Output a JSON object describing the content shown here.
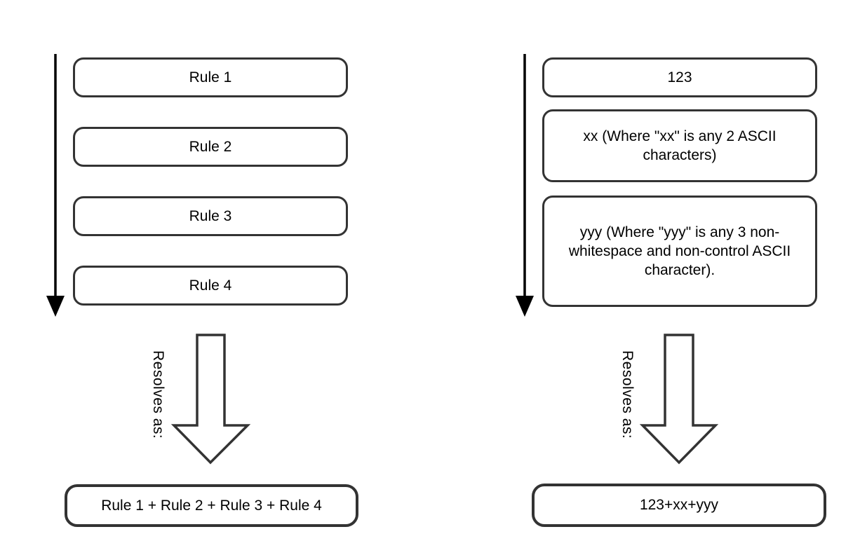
{
  "left_column": {
    "rule_boxes": [
      "Rule 1",
      "Rule 2",
      "Rule 3",
      "Rule 4"
    ],
    "resolves_label": "Resolves as:",
    "result_box": "Rule 1 + Rule 2 + Rule 3 + Rule 4"
  },
  "right_column": {
    "rule_boxes": [
      "123",
      "xx (Where \"xx\" is any 2 ASCII characters)",
      "yyy (Where \"yyy\" is any 3 non-whitespace and non-control ASCII character)."
    ],
    "resolves_label": "Resolves as:",
    "result_box": "123+xx+yyy"
  },
  "icons": {
    "sequence_arrow": "thin-down-arrow",
    "resolve_arrow": "hollow-down-arrow"
  },
  "colors": {
    "box_border": "#333333",
    "thin_arrow": "#000000",
    "hollow_arrow_stroke": "#333333",
    "text": "#000000",
    "background": "#ffffff"
  }
}
